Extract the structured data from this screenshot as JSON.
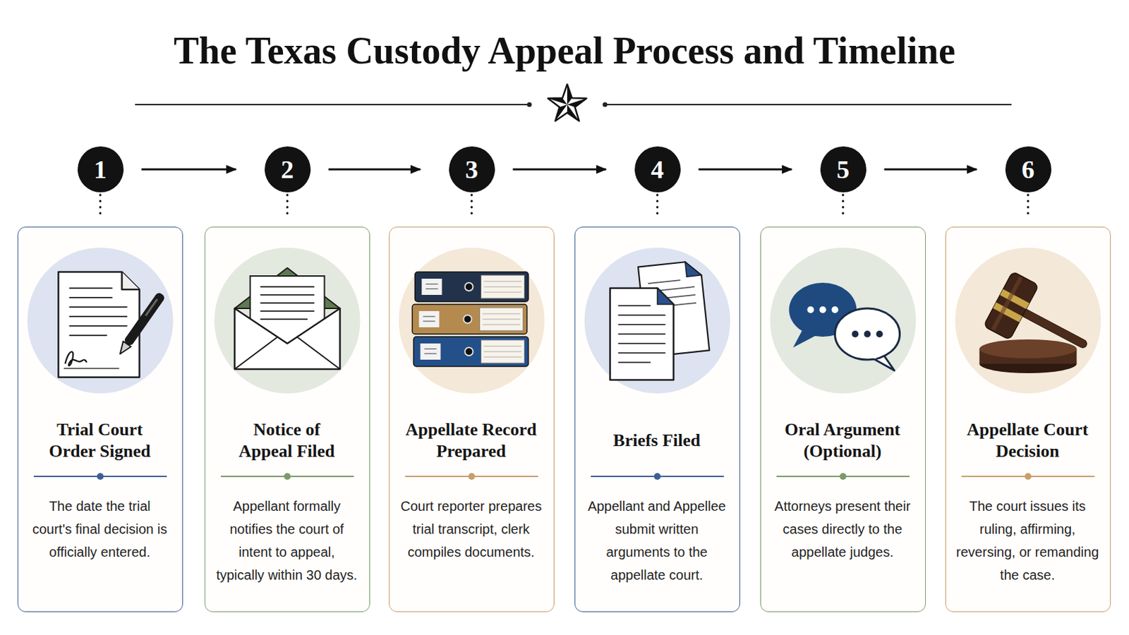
{
  "diagram": {
    "title": "The Texas Custody Appeal Process and Timeline",
    "nodes": [
      {
        "text": [
          "1"
        ]
      },
      {
        "text": [
          "2"
        ]
      },
      {
        "text": [
          "3"
        ]
      },
      {
        "text": [
          "4"
        ]
      },
      {
        "text": [
          "5"
        ]
      },
      {
        "text": [
          "6"
        ]
      },
      {
        "text": [
          "Trial Court Order Signed",
          "The date the trial court's final decision is officially entered."
        ]
      },
      {
        "text": [
          "Notice of Appeal Filed",
          "Appellant formally notifies the court of intent to appeal, typically within 30 days."
        ]
      },
      {
        "text": [
          "Appellate Record Prepared",
          "Court reporter prepares trial transcript, clerk compiles documents."
        ]
      },
      {
        "text": [
          "Briefs Filed",
          "Appellant and Appellee submit written arguments to the appellate court."
        ]
      },
      {
        "text": [
          "Oral Argument (Optional)",
          "Attorneys present their cases directly to the appellate judges."
        ]
      },
      {
        "text": [
          "Appellate Court Decision",
          "The court issues its ruling, affirming, reversing, or remanding the case."
        ]
      }
    ],
    "edges": [
      {
        "from": 0,
        "to": 1,
        "arrow": "to"
      },
      {
        "from": 1,
        "to": 2,
        "arrow": "to"
      },
      {
        "from": 2,
        "to": 3,
        "arrow": "to"
      },
      {
        "from": 3,
        "to": 4,
        "arrow": "to"
      },
      {
        "from": 4,
        "to": 5,
        "arrow": "to"
      },
      {
        "from": 0,
        "to": 6,
        "arrow": "none"
      },
      {
        "from": 1,
        "to": 7,
        "arrow": "none"
      },
      {
        "from": 2,
        "to": 8,
        "arrow": "none"
      },
      {
        "from": 3,
        "to": 9,
        "arrow": "none"
      },
      {
        "from": 4,
        "to": 10,
        "arrow": "none"
      },
      {
        "from": 5,
        "to": 11,
        "arrow": "none"
      }
    ]
  }
}
